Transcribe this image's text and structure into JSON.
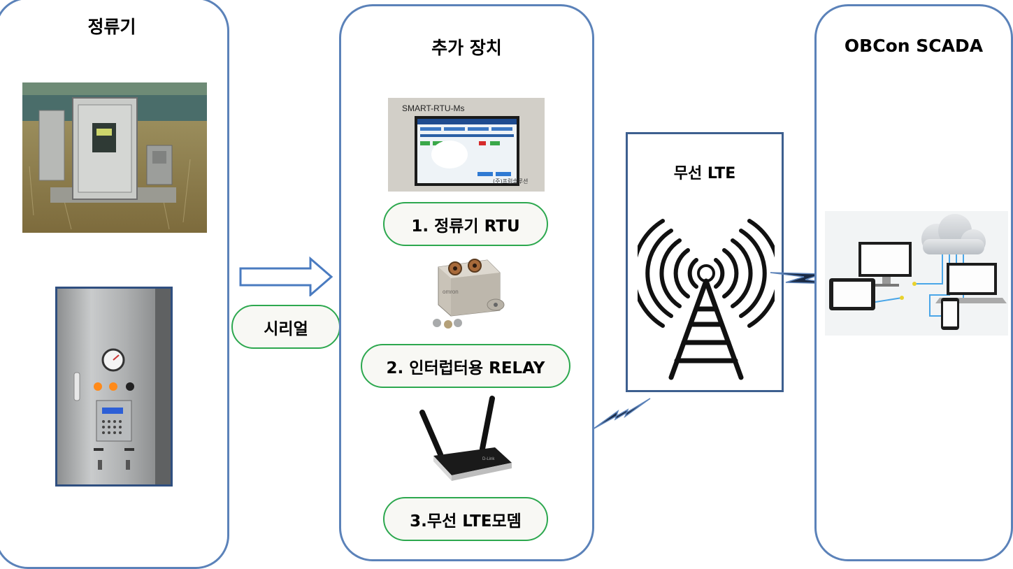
{
  "panels": {
    "rectifier": {
      "title": "정류기"
    },
    "addon": {
      "title": "추가 장치"
    },
    "scada": {
      "title": "OBCon SCADA"
    }
  },
  "labels": {
    "serial": "시리얼",
    "rtu": "1. 정류기 RTU",
    "relay": "2. 인터럽터용 RELAY",
    "modem": "3.무선 LTE모뎀",
    "lte": "무선 LTE"
  },
  "rtu_screen": {
    "title": "SMART-RTU-Ms",
    "maker": "(주)프럼솔루션"
  },
  "relay_brand": "omron",
  "router_brand": "D-Link",
  "colors": {
    "panel_border": "#5b82b9",
    "pill_border": "#2da84f",
    "lte_box_border": "#3d5f8f",
    "bolt_fill": "#1a2a44"
  }
}
